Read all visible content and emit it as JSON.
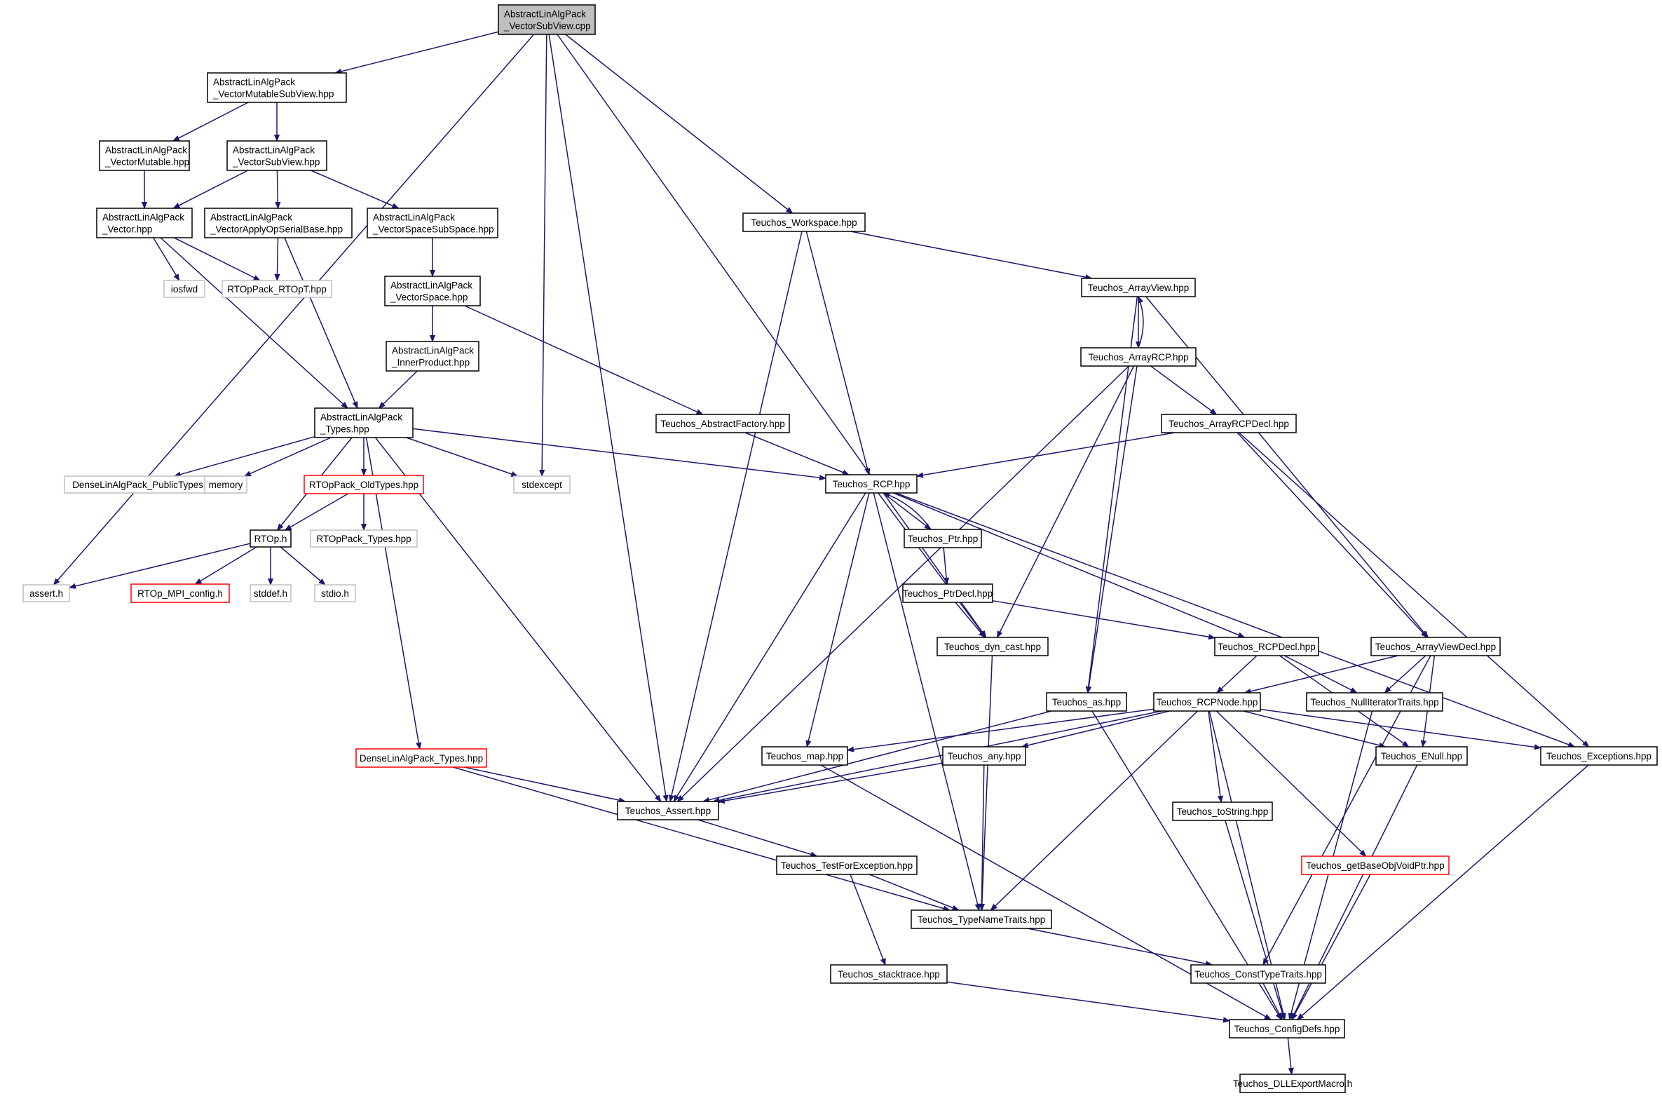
{
  "diagram": {
    "title": "",
    "colors": {
      "edge": "#191970",
      "main_fill": "#bfbfbf",
      "node_border": "#000000",
      "external_border": "#bfbfbf",
      "incomplete_border": "#ff0000"
    },
    "nodes": [
      {
        "id": "root",
        "lines": [
          "AbstractLinAlgPack",
          "_VectorSubView.cpp"
        ],
        "style": "main"
      },
      {
        "id": "vmsv",
        "lines": [
          "AbstractLinAlgPack",
          "_VectorMutableSubView.hpp"
        ],
        "style": "normal"
      },
      {
        "id": "vm",
        "lines": [
          "AbstractLinAlgPack",
          "_VectorMutable.hpp"
        ],
        "style": "normal"
      },
      {
        "id": "vsv",
        "lines": [
          "AbstractLinAlgPack",
          "_VectorSubView.hpp"
        ],
        "style": "normal"
      },
      {
        "id": "vec",
        "lines": [
          "AbstractLinAlgPack",
          "_Vector.hpp"
        ],
        "style": "normal"
      },
      {
        "id": "vaosb",
        "lines": [
          "AbstractLinAlgPack",
          "_VectorApplyOpSerialBase.hpp"
        ],
        "style": "normal"
      },
      {
        "id": "vsss",
        "lines": [
          "AbstractLinAlgPack",
          "_VectorSpaceSubSpace.hpp"
        ],
        "style": "normal"
      },
      {
        "id": "iosfwd",
        "lines": [
          "iosfwd"
        ],
        "style": "grey"
      },
      {
        "id": "rtopt",
        "lines": [
          "RTOpPack_RTOpT.hpp"
        ],
        "style": "grey"
      },
      {
        "id": "vs",
        "lines": [
          "AbstractLinAlgPack",
          "_VectorSpace.hpp"
        ],
        "style": "normal"
      },
      {
        "id": "ip",
        "lines": [
          "AbstractLinAlgPack",
          "_InnerProduct.hpp"
        ],
        "style": "normal"
      },
      {
        "id": "types",
        "lines": [
          "AbstractLinAlgPack",
          "_Types.hpp"
        ],
        "style": "normal"
      },
      {
        "id": "dlapub",
        "lines": [
          "DenseLinAlgPack_PublicTypes.ud"
        ],
        "style": "grey"
      },
      {
        "id": "memory",
        "lines": [
          "memory"
        ],
        "style": "grey"
      },
      {
        "id": "oldtypes",
        "lines": [
          "RTOpPack_OldTypes.hpp"
        ],
        "style": "red"
      },
      {
        "id": "stdexcept",
        "lines": [
          "stdexcept"
        ],
        "style": "grey"
      },
      {
        "id": "rtop",
        "lines": [
          "RTOp.h"
        ],
        "style": "normal"
      },
      {
        "id": "rtoptypes",
        "lines": [
          "RTOpPack_Types.hpp"
        ],
        "style": "grey"
      },
      {
        "id": "asserth",
        "lines": [
          "assert.h"
        ],
        "style": "grey"
      },
      {
        "id": "mpicfg",
        "lines": [
          "RTOp_MPI_config.h"
        ],
        "style": "red"
      },
      {
        "id": "stddef",
        "lines": [
          "stddef.h"
        ],
        "style": "grey"
      },
      {
        "id": "stdio",
        "lines": [
          "stdio.h"
        ],
        "style": "grey"
      },
      {
        "id": "dlatypes",
        "lines": [
          "DenseLinAlgPack_Types.hpp"
        ],
        "style": "red"
      },
      {
        "id": "workspace",
        "lines": [
          "Teuchos_Workspace.hpp"
        ],
        "style": "normal"
      },
      {
        "id": "arrayview",
        "lines": [
          "Teuchos_ArrayView.hpp"
        ],
        "style": "normal"
      },
      {
        "id": "arrayrcp",
        "lines": [
          "Teuchos_ArrayRCP.hpp"
        ],
        "style": "normal"
      },
      {
        "id": "arrayrcpdecl",
        "lines": [
          "Teuchos_ArrayRCPDecl.hpp"
        ],
        "style": "normal"
      },
      {
        "id": "absfactory",
        "lines": [
          "Teuchos_AbstractFactory.hpp"
        ],
        "style": "normal"
      },
      {
        "id": "rcp",
        "lines": [
          "Teuchos_RCP.hpp"
        ],
        "style": "normal"
      },
      {
        "id": "ptr",
        "lines": [
          "Teuchos_Ptr.hpp"
        ],
        "style": "normal"
      },
      {
        "id": "ptrdecl",
        "lines": [
          "Teuchos_PtrDecl.hpp"
        ],
        "style": "normal"
      },
      {
        "id": "dyncast",
        "lines": [
          "Teuchos_dyn_cast.hpp"
        ],
        "style": "normal"
      },
      {
        "id": "rcpdecl",
        "lines": [
          "Teuchos_RCPDecl.hpp"
        ],
        "style": "normal"
      },
      {
        "id": "arrayviewdecl",
        "lines": [
          "Teuchos_ArrayViewDecl.hpp"
        ],
        "style": "normal"
      },
      {
        "id": "as",
        "lines": [
          "Teuchos_as.hpp"
        ],
        "style": "normal"
      },
      {
        "id": "rcpnode",
        "lines": [
          "Teuchos_RCPNode.hpp"
        ],
        "style": "normal"
      },
      {
        "id": "nulliter",
        "lines": [
          "Teuchos_NullIteratorTraits.hpp"
        ],
        "style": "normal"
      },
      {
        "id": "map",
        "lines": [
          "Teuchos_map.hpp"
        ],
        "style": "normal"
      },
      {
        "id": "any",
        "lines": [
          "Teuchos_any.hpp"
        ],
        "style": "normal"
      },
      {
        "id": "enull",
        "lines": [
          "Teuchos_ENull.hpp"
        ],
        "style": "normal"
      },
      {
        "id": "exceptions",
        "lines": [
          "Teuchos_Exceptions.hpp"
        ],
        "style": "normal"
      },
      {
        "id": "assert",
        "lines": [
          "Teuchos_Assert.hpp"
        ],
        "style": "normal"
      },
      {
        "id": "tostring",
        "lines": [
          "Teuchos_toString.hpp"
        ],
        "style": "normal"
      },
      {
        "id": "testforexc",
        "lines": [
          "Teuchos_TestForException.hpp"
        ],
        "style": "normal"
      },
      {
        "id": "getbase",
        "lines": [
          "Teuchos_getBaseObjVoidPtr.hpp"
        ],
        "style": "red"
      },
      {
        "id": "typename",
        "lines": [
          "Teuchos_TypeNameTraits.hpp"
        ],
        "style": "normal"
      },
      {
        "id": "stacktrace",
        "lines": [
          "Teuchos_stacktrace.hpp"
        ],
        "style": "normal"
      },
      {
        "id": "consttype",
        "lines": [
          "Teuchos_ConstTypeTraits.hpp"
        ],
        "style": "normal"
      },
      {
        "id": "configdefs",
        "lines": [
          "Teuchos_ConfigDefs.hpp"
        ],
        "style": "normal"
      },
      {
        "id": "dllexport",
        "lines": [
          "Teuchos_DLLExportMacro.h"
        ],
        "style": "normal"
      }
    ],
    "edges": [
      [
        "root",
        "vmsv"
      ],
      [
        "root",
        "asserth"
      ],
      [
        "root",
        "stdexcept"
      ],
      [
        "root",
        "assert"
      ],
      [
        "root",
        "workspace"
      ],
      [
        "root",
        "dyncast"
      ],
      [
        "vmsv",
        "vm"
      ],
      [
        "vmsv",
        "vsv"
      ],
      [
        "vm",
        "vec"
      ],
      [
        "vsv",
        "vec"
      ],
      [
        "vsv",
        "vaosb"
      ],
      [
        "vsv",
        "vsss"
      ],
      [
        "vec",
        "iosfwd"
      ],
      [
        "vec",
        "rtopt"
      ],
      [
        "vec",
        "types"
      ],
      [
        "vaosb",
        "rtopt"
      ],
      [
        "vaosb",
        "types"
      ],
      [
        "vsss",
        "vs"
      ],
      [
        "vs",
        "ip"
      ],
      [
        "vs",
        "absfactory"
      ],
      [
        "ip",
        "types"
      ],
      [
        "types",
        "dlapub"
      ],
      [
        "types",
        "memory"
      ],
      [
        "types",
        "oldtypes"
      ],
      [
        "types",
        "stdexcept"
      ],
      [
        "types",
        "rtop"
      ],
      [
        "types",
        "dlatypes"
      ],
      [
        "types",
        "assert"
      ],
      [
        "types",
        "rcp"
      ],
      [
        "oldtypes",
        "rtop"
      ],
      [
        "oldtypes",
        "rtoptypes"
      ],
      [
        "rtop",
        "asserth"
      ],
      [
        "rtop",
        "mpicfg"
      ],
      [
        "rtop",
        "stddef"
      ],
      [
        "rtop",
        "stdio"
      ],
      [
        "dlatypes",
        "assert"
      ],
      [
        "dlatypes",
        "typename"
      ],
      [
        "workspace",
        "assert"
      ],
      [
        "workspace",
        "rcp"
      ],
      [
        "workspace",
        "arrayview"
      ],
      [
        "arrayview",
        "arrayrcp"
      ],
      [
        "arrayview",
        "as"
      ],
      [
        "arrayview",
        "arrayviewdecl"
      ],
      [
        "arrayrcp",
        "arrayview"
      ],
      [
        "arrayrcp",
        "assert"
      ],
      [
        "arrayrcp",
        "dyncast"
      ],
      [
        "arrayrcp",
        "as"
      ],
      [
        "arrayrcp",
        "arrayrcpdecl"
      ],
      [
        "arrayrcpdecl",
        "rcp"
      ],
      [
        "arrayrcpdecl",
        "arrayviewdecl"
      ],
      [
        "arrayrcpdecl",
        "exceptions"
      ],
      [
        "absfactory",
        "rcp"
      ],
      [
        "rcp",
        "ptr"
      ],
      [
        "rcp",
        "assert"
      ],
      [
        "rcp",
        "map"
      ],
      [
        "rcp",
        "dyncast"
      ],
      [
        "rcp",
        "typename"
      ],
      [
        "rcp",
        "rcpdecl"
      ],
      [
        "rcp",
        "exceptions"
      ],
      [
        "ptr",
        "rcp"
      ],
      [
        "ptr",
        "ptrdecl"
      ],
      [
        "ptrdecl",
        "dyncast"
      ],
      [
        "ptrdecl",
        "rcpdecl"
      ],
      [
        "dyncast",
        "typename"
      ],
      [
        "rcpdecl",
        "rcpnode"
      ],
      [
        "rcpdecl",
        "nulliter"
      ],
      [
        "rcpdecl",
        "enull"
      ],
      [
        "arrayviewdecl",
        "rcpnode"
      ],
      [
        "arrayviewdecl",
        "nulliter"
      ],
      [
        "arrayviewdecl",
        "enull"
      ],
      [
        "arrayviewdecl",
        "consttype"
      ],
      [
        "as",
        "assert"
      ],
      [
        "as",
        "configdefs"
      ],
      [
        "rcpnode",
        "map"
      ],
      [
        "rcpnode",
        "any"
      ],
      [
        "rcpnode",
        "assert"
      ],
      [
        "rcpnode",
        "typename"
      ],
      [
        "rcpnode",
        "enull"
      ],
      [
        "rcpnode",
        "exceptions"
      ],
      [
        "rcpnode",
        "tostring"
      ],
      [
        "rcpnode",
        "getbase"
      ],
      [
        "rcpnode",
        "configdefs"
      ],
      [
        "nulliter",
        "configdefs"
      ],
      [
        "map",
        "configdefs"
      ],
      [
        "any",
        "assert"
      ],
      [
        "any",
        "typename"
      ],
      [
        "enull",
        "configdefs"
      ],
      [
        "exceptions",
        "configdefs"
      ],
      [
        "assert",
        "testforexc"
      ],
      [
        "tostring",
        "configdefs"
      ],
      [
        "testforexc",
        "typename"
      ],
      [
        "testforexc",
        "stacktrace"
      ],
      [
        "getbase",
        "configdefs"
      ],
      [
        "typename",
        "consttype"
      ],
      [
        "stacktrace",
        "configdefs"
      ],
      [
        "consttype",
        "configdefs"
      ],
      [
        "configdefs",
        "dllexport"
      ]
    ]
  }
}
